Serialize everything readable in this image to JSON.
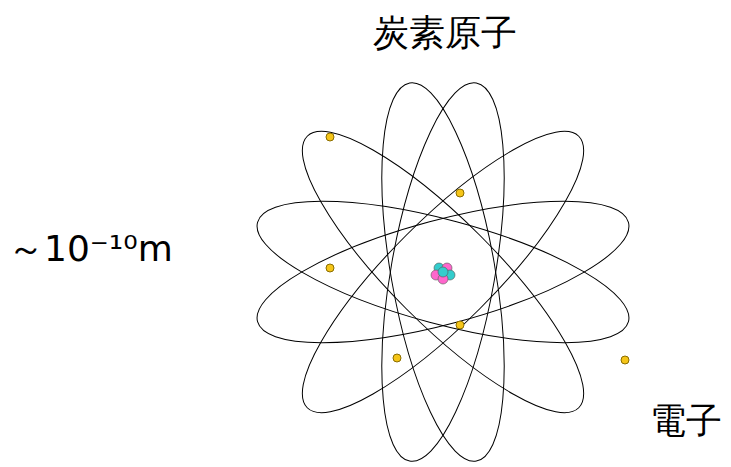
{
  "diagram": {
    "title": "炭素原子",
    "labels": [
      "～10⁻¹⁰m",
      "電子"
    ]
  }
}
